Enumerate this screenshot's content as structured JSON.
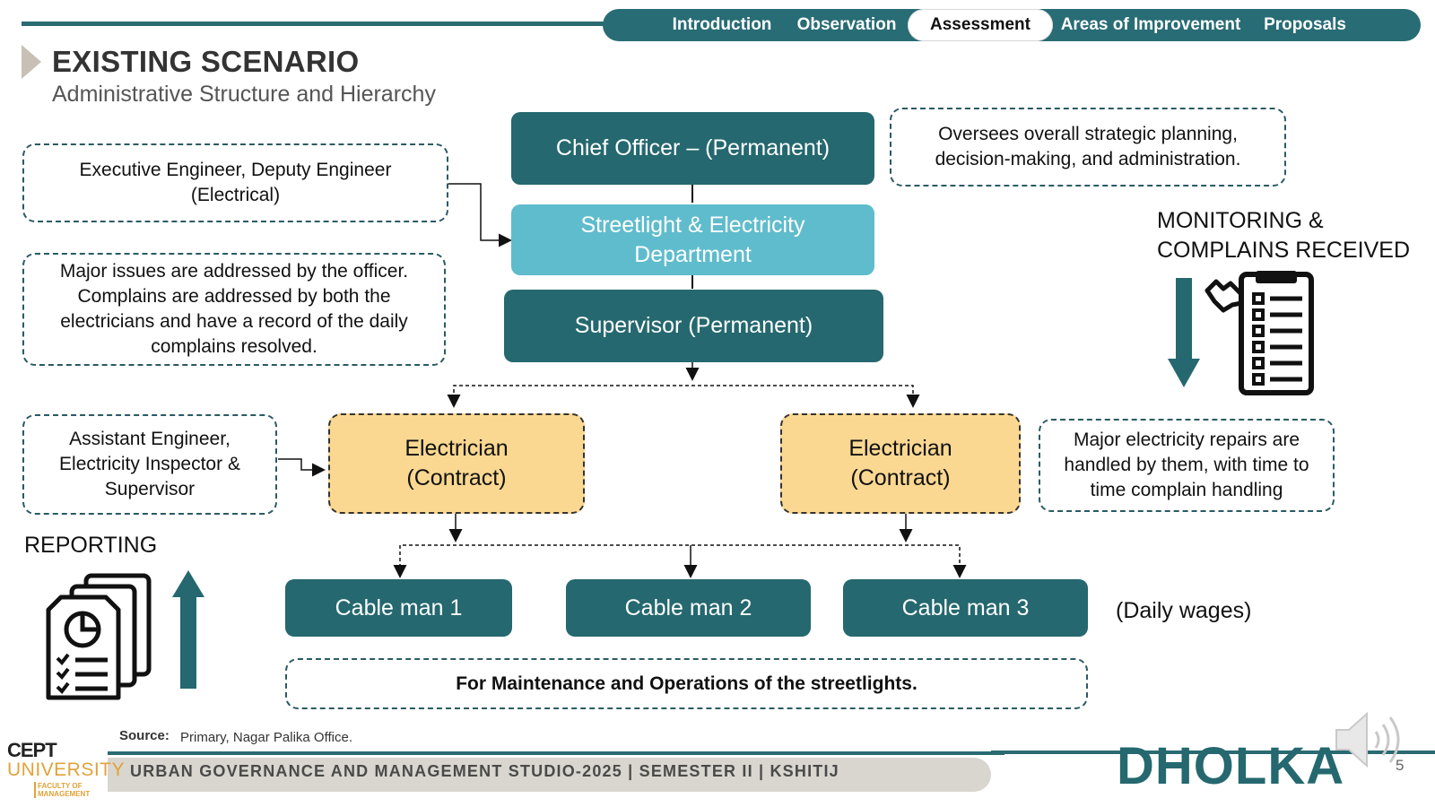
{
  "nav": {
    "items": [
      "Introduction",
      "Observation",
      "Assessment",
      "Areas of Improvement",
      "Proposals"
    ],
    "active": "Assessment"
  },
  "header": {
    "title": "EXISTING SCENARIO",
    "subtitle": "Administrative Structure and Hierarchy"
  },
  "notes": {
    "executive": "Executive Engineer, Deputy Engineer (Electrical)",
    "major_issues": "Major issues are addressed by the officer. Complains are addressed by both the electricians and have a record of the daily complains resolved.",
    "assistant": "Assistant Engineer, Electricity Inspector & Supervisor",
    "oversees": "Oversees overall strategic planning, decision-making, and administration.",
    "major_repairs": "Major electricity repairs are handled by them, with time to time complain handling",
    "maintenance": "For Maintenance and Operations of the streetlights."
  },
  "hierarchy": {
    "chief": "Chief Officer – (Permanent)",
    "department": "Streetlight & Electricity Department",
    "supervisor": "Supervisor (Permanent)",
    "electrician_1": "Electrician (Contract)",
    "electrician_2": "Electrician (Contract)",
    "cable_1": "Cable man 1",
    "cable_2": "Cable man 2",
    "cable_3": "Cable man 3",
    "wages": "(Daily wages)"
  },
  "side": {
    "monitoring": "MONITORING & COMPLAINS RECEIVED",
    "reporting": "REPORTING"
  },
  "footer": {
    "source_label": "Source:",
    "source_value": "Primary, Nagar Palika Office.",
    "studio": "URBAN GOVERNANCE AND MANAGEMENT STUDIO-2025 | SEMESTER II | KSHITIJ",
    "city": "DHOLKA",
    "page": "5",
    "logo_line1": "CEPT",
    "logo_line2": "UNIVERSITY",
    "logo_line3": "FACULTY OF MANAGEMENT"
  },
  "icons": [
    "checklist-wrench-icon",
    "report-documents-icon",
    "down-arrow-icon",
    "up-arrow-icon",
    "speaker-icon"
  ],
  "colors": {
    "teal": "#25686f",
    "light_teal": "#5fbccc",
    "yellow": "#fad891"
  }
}
